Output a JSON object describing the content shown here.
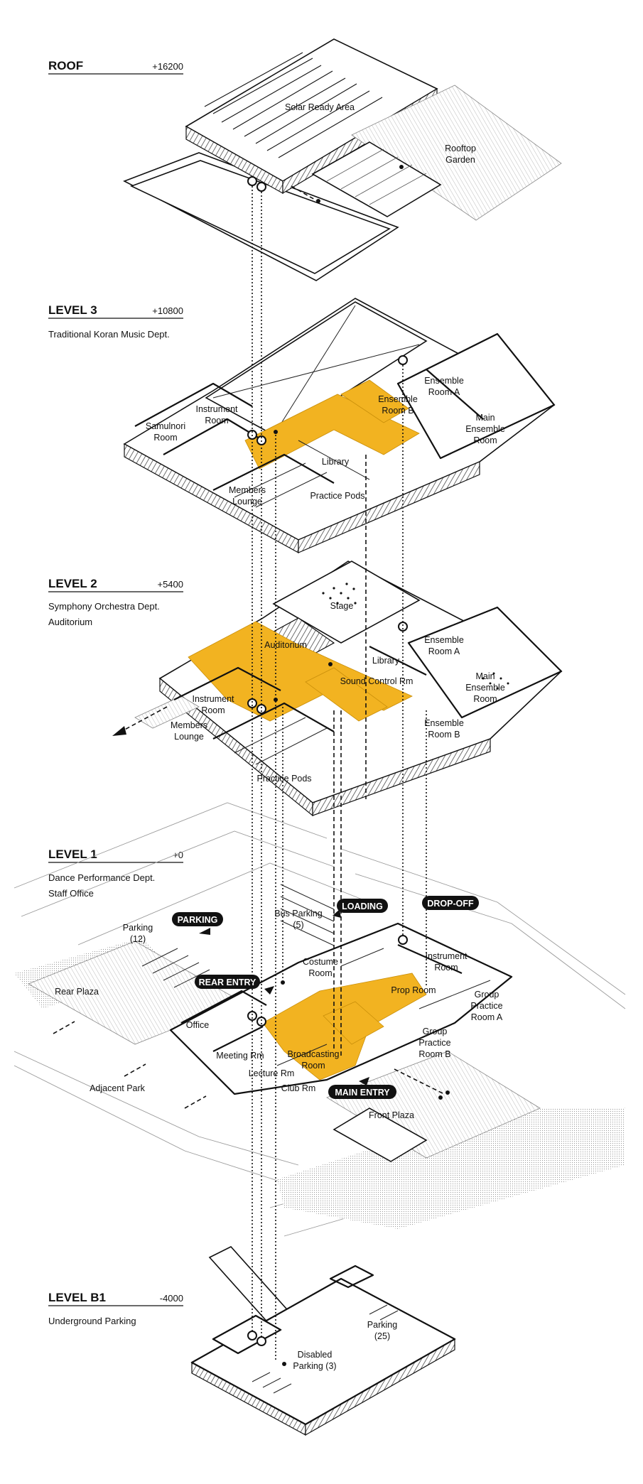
{
  "levels": {
    "roof": {
      "title": "ROOF",
      "elevation": "+16200",
      "subtitle_lines": []
    },
    "l3": {
      "title": "LEVEL 3",
      "elevation": "+10800",
      "subtitle_lines": [
        "Traditional Koran Music Dept."
      ]
    },
    "l2": {
      "title": "LEVEL 2",
      "elevation": "+5400",
      "subtitle_lines": [
        "Symphony Orchestra Dept.",
        "Auditorium"
      ]
    },
    "l1": {
      "title": "LEVEL 1",
      "elevation": "+0",
      "subtitle_lines": [
        "Dance Performance Dept.",
        "Staff Office"
      ]
    },
    "b1": {
      "title": "LEVEL B1",
      "elevation": "-4000",
      "subtitle_lines": [
        "Underground Parking"
      ]
    }
  },
  "rooms": {
    "roof": [
      {
        "name": "solar-ready-area-label",
        "lines": [
          "Solar Ready Area"
        ]
      },
      {
        "name": "rooftop-garden-label",
        "lines": [
          "Rooftop",
          "Garden"
        ]
      }
    ],
    "l3": [
      {
        "name": "l3-instrument-room-label",
        "lines": [
          "Instrument",
          "Room"
        ]
      },
      {
        "name": "l3-samulnori-room-label",
        "lines": [
          "Samulnori",
          "Room"
        ]
      },
      {
        "name": "l3-ensemble-room-b-label",
        "lines": [
          "Ensemble",
          "Room B"
        ]
      },
      {
        "name": "l3-ensemble-room-a-label",
        "lines": [
          "Ensemble",
          "Room A"
        ]
      },
      {
        "name": "l3-main-ensemble-room-label",
        "lines": [
          "Main",
          "Ensemble",
          "Room"
        ]
      },
      {
        "name": "l3-library-label",
        "lines": [
          "Library"
        ]
      },
      {
        "name": "l3-members-lounge-label",
        "lines": [
          "Members",
          "Lounge"
        ]
      },
      {
        "name": "l3-practice-pods-label",
        "lines": [
          "Practice Pods"
        ]
      }
    ],
    "l2": [
      {
        "name": "l2-stage-label",
        "lines": [
          "Stage"
        ]
      },
      {
        "name": "l2-auditorium-label",
        "lines": [
          "Auditorium"
        ]
      },
      {
        "name": "l2-ensemble-room-a-label",
        "lines": [
          "Ensemble",
          "Room A"
        ]
      },
      {
        "name": "l2-library-label",
        "lines": [
          "Library"
        ]
      },
      {
        "name": "l2-sound-control-rm-label",
        "lines": [
          "Sound Control Rm"
        ]
      },
      {
        "name": "l2-main-ensemble-room-label",
        "lines": [
          "Main",
          "Ensemble",
          "Room"
        ]
      },
      {
        "name": "l2-instrument-room-label",
        "lines": [
          "Instrument",
          "Room"
        ]
      },
      {
        "name": "l2-members-lounge-label",
        "lines": [
          "Members",
          "Lounge"
        ]
      },
      {
        "name": "l2-ensemble-room-b-label",
        "lines": [
          "Ensemble",
          "Room B"
        ]
      },
      {
        "name": "l2-practice-pods-label",
        "lines": [
          "Practice Pods"
        ]
      }
    ],
    "l1": [
      {
        "name": "l1-parking-label",
        "lines": [
          "Parking",
          "(12)"
        ]
      },
      {
        "name": "l1-bus-parking-label",
        "lines": [
          "Bus Parking",
          "(5)"
        ]
      },
      {
        "name": "l1-costume-room-label",
        "lines": [
          "Costume",
          "Room"
        ]
      },
      {
        "name": "l1-instrument-room-label",
        "lines": [
          "Instrument",
          "Room"
        ]
      },
      {
        "name": "l1-prop-room-label",
        "lines": [
          "Prop Room"
        ]
      },
      {
        "name": "l1-group-practice-a-label",
        "lines": [
          "Group",
          "Practice",
          "Room A"
        ]
      },
      {
        "name": "l1-rear-plaza-label",
        "lines": [
          "Rear Plaza"
        ]
      },
      {
        "name": "l1-office-label",
        "lines": [
          "Office"
        ]
      },
      {
        "name": "l1-group-practice-b-label",
        "lines": [
          "Group",
          "Practice",
          "Room B"
        ]
      },
      {
        "name": "l1-meeting-rm-label",
        "lines": [
          "Meeting Rm"
        ]
      },
      {
        "name": "l1-broadcasting-room-label",
        "lines": [
          "Broadcasting",
          "Room"
        ]
      },
      {
        "name": "l1-lecture-rm-label",
        "lines": [
          "Lecture Rm"
        ]
      },
      {
        "name": "l1-adjacent-park-label",
        "lines": [
          "Adjacent Park"
        ]
      },
      {
        "name": "l1-club-rm-label",
        "lines": [
          "Club Rm"
        ]
      },
      {
        "name": "l1-front-plaza-label",
        "lines": [
          "Front Plaza"
        ]
      }
    ],
    "b1": [
      {
        "name": "b1-parking-label",
        "lines": [
          "Parking",
          "(25)"
        ]
      },
      {
        "name": "b1-disabled-parking-label",
        "lines": [
          "Disabled",
          "Parking (3)"
        ]
      }
    ]
  },
  "tags": [
    {
      "name": "parking-tag",
      "label": "PARKING"
    },
    {
      "name": "loading-tag",
      "label": "LOADING"
    },
    {
      "name": "drop-off-tag",
      "label": "DROP-OFF"
    },
    {
      "name": "rear-entry-tag",
      "label": "REAR ENTRY"
    },
    {
      "name": "main-entry-tag",
      "label": "MAIN ENTRY"
    }
  ],
  "colors": {
    "circulation": "#f2b321",
    "ink": "#111111",
    "paper": "#ffffff",
    "ghost": "#9a9a9a"
  }
}
